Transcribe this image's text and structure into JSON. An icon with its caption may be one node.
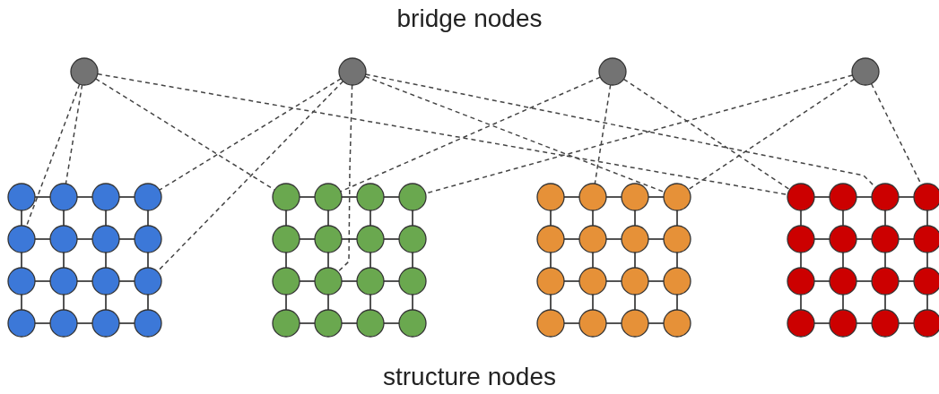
{
  "diagram": {
    "nodes": [
      {
        "text": [],
        "shape": "circle"
      },
      {
        "text": [],
        "shape": "circle"
      },
      {
        "text": [],
        "shape": "circle"
      },
      {
        "text": [],
        "shape": "circle"
      },
      {
        "text": [],
        "shape": "circle"
      },
      {
        "text": [],
        "shape": "circle"
      },
      {
        "text": [],
        "shape": "circle"
      },
      {
        "text": [],
        "shape": "circle"
      },
      {
        "text": [],
        "shape": "circle"
      },
      {
        "text": [],
        "shape": "circle"
      },
      {
        "text": [],
        "shape": "circle"
      },
      {
        "text": [],
        "shape": "circle"
      },
      {
        "text": [],
        "shape": "circle"
      },
      {
        "text": [],
        "shape": "circle"
      },
      {
        "text": [],
        "shape": "circle"
      },
      {
        "text": [],
        "shape": "circle"
      },
      {
        "text": [],
        "shape": "circle"
      },
      {
        "text": [],
        "shape": "circle"
      },
      {
        "text": [],
        "shape": "circle"
      },
      {
        "text": [],
        "shape": "circle"
      },
      {
        "text": [],
        "shape": "circle"
      },
      {
        "text": [],
        "shape": "circle"
      },
      {
        "text": [],
        "shape": "circle"
      },
      {
        "text": [],
        "shape": "circle"
      },
      {
        "text": [],
        "shape": "circle"
      },
      {
        "text": [],
        "shape": "circle"
      },
      {
        "text": [],
        "shape": "circle"
      },
      {
        "text": [],
        "shape": "circle"
      },
      {
        "text": [],
        "shape": "circle"
      },
      {
        "text": [],
        "shape": "circle"
      },
      {
        "text": [],
        "shape": "circle"
      },
      {
        "text": [],
        "shape": "circle"
      },
      {
        "text": [],
        "shape": "circle"
      },
      {
        "text": [],
        "shape": "circle"
      },
      {
        "text": [],
        "shape": "circle"
      },
      {
        "text": [],
        "shape": "circle"
      },
      {
        "text": [],
        "shape": "circle"
      },
      {
        "text": [],
        "shape": "circle"
      },
      {
        "text": [],
        "shape": "circle"
      },
      {
        "text": [],
        "shape": "circle"
      },
      {
        "text": [],
        "shape": "circle"
      },
      {
        "text": [],
        "shape": "circle"
      },
      {
        "text": [],
        "shape": "circle"
      },
      {
        "text": [],
        "shape": "circle"
      },
      {
        "text": [],
        "shape": "circle"
      },
      {
        "text": [],
        "shape": "circle"
      },
      {
        "text": [],
        "shape": "circle"
      },
      {
        "text": [],
        "shape": "circle"
      },
      {
        "text": [],
        "shape": "circle"
      },
      {
        "text": [],
        "shape": "circle"
      },
      {
        "text": [],
        "shape": "circle"
      },
      {
        "text": [],
        "shape": "circle"
      },
      {
        "text": [],
        "shape": "circle"
      },
      {
        "text": [],
        "shape": "circle"
      },
      {
        "text": [],
        "shape": "circle"
      },
      {
        "text": [],
        "shape": "circle"
      },
      {
        "text": [],
        "shape": "circle"
      },
      {
        "text": [],
        "shape": "circle"
      },
      {
        "text": [],
        "shape": "circle"
      },
      {
        "text": [],
        "shape": "circle"
      },
      {
        "text": [],
        "shape": "circle"
      },
      {
        "text": [],
        "shape": "circle"
      },
      {
        "text": [],
        "shape": "circle"
      },
      {
        "text": [],
        "shape": "circle"
      },
      {
        "text": [],
        "shape": "circle"
      },
      {
        "text": [],
        "shape": "circle"
      },
      {
        "text": [],
        "shape": "circle"
      },
      {
        "text": [],
        "shape": "circle"
      }
    ],
    "edges": [
      {
        "from": 0,
        "to": 8,
        "arrow": "none",
        "style": "dashed"
      },
      {
        "from": 0,
        "to": 5,
        "arrow": "none",
        "style": "dashed"
      },
      {
        "from": 0,
        "to": 20,
        "arrow": "none",
        "style": "dashed"
      },
      {
        "from": 0,
        "to": 52,
        "arrow": "none",
        "style": "dashed"
      },
      {
        "from": 1,
        "to": 7,
        "arrow": "none",
        "style": "dashed"
      },
      {
        "from": 1,
        "to": 15,
        "arrow": "none",
        "style": "dashed"
      },
      {
        "from": 1,
        "to": 29,
        "arrow": "none",
        "style": "dashed"
      },
      {
        "from": 1,
        "to": 39,
        "arrow": "none",
        "style": "dashed"
      },
      {
        "from": 1,
        "to": 54,
        "arrow": "none",
        "style": "dashed"
      },
      {
        "from": 2,
        "to": 21,
        "arrow": "none",
        "style": "dashed"
      },
      {
        "from": 2,
        "to": 37,
        "arrow": "none",
        "style": "dashed"
      },
      {
        "from": 2,
        "to": 52,
        "arrow": "none",
        "style": "dashed"
      },
      {
        "from": 3,
        "to": 23,
        "arrow": "none",
        "style": "dashed"
      },
      {
        "from": 3,
        "to": 39,
        "arrow": "none",
        "style": "dashed"
      },
      {
        "from": 3,
        "to": 55,
        "arrow": "none",
        "style": "dashed"
      },
      {
        "from": 4,
        "to": 5,
        "arrow": "none"
      },
      {
        "from": 5,
        "to": 6,
        "arrow": "none"
      },
      {
        "from": 6,
        "to": 7,
        "arrow": "none"
      },
      {
        "from": 4,
        "to": 8,
        "arrow": "none"
      },
      {
        "from": 5,
        "to": 9,
        "arrow": "none"
      },
      {
        "from": 6,
        "to": 10,
        "arrow": "none"
      },
      {
        "from": 7,
        "to": 11,
        "arrow": "none"
      },
      {
        "from": 8,
        "to": 9,
        "arrow": "none"
      },
      {
        "from": 9,
        "to": 10,
        "arrow": "none"
      },
      {
        "from": 10,
        "to": 11,
        "arrow": "none"
      },
      {
        "from": 8,
        "to": 12,
        "arrow": "none"
      },
      {
        "from": 9,
        "to": 13,
        "arrow": "none"
      },
      {
        "from": 10,
        "to": 14,
        "arrow": "none"
      },
      {
        "from": 11,
        "to": 15,
        "arrow": "none"
      },
      {
        "from": 12,
        "to": 13,
        "arrow": "none"
      },
      {
        "from": 13,
        "to": 14,
        "arrow": "none"
      },
      {
        "from": 14,
        "to": 15,
        "arrow": "none"
      },
      {
        "from": 12,
        "to": 16,
        "arrow": "none"
      },
      {
        "from": 13,
        "to": 17,
        "arrow": "none"
      },
      {
        "from": 14,
        "to": 18,
        "arrow": "none"
      },
      {
        "from": 15,
        "to": 19,
        "arrow": "none"
      },
      {
        "from": 16,
        "to": 17,
        "arrow": "none"
      },
      {
        "from": 17,
        "to": 18,
        "arrow": "none"
      },
      {
        "from": 18,
        "to": 19,
        "arrow": "none"
      },
      {
        "from": 20,
        "to": 21,
        "arrow": "none"
      },
      {
        "from": 21,
        "to": 22,
        "arrow": "none"
      },
      {
        "from": 22,
        "to": 23,
        "arrow": "none"
      },
      {
        "from": 20,
        "to": 24,
        "arrow": "none"
      },
      {
        "from": 21,
        "to": 25,
        "arrow": "none"
      },
      {
        "from": 22,
        "to": 26,
        "arrow": "none"
      },
      {
        "from": 23,
        "to": 27,
        "arrow": "none"
      },
      {
        "from": 24,
        "to": 25,
        "arrow": "none"
      },
      {
        "from": 25,
        "to": 26,
        "arrow": "none"
      },
      {
        "from": 26,
        "to": 27,
        "arrow": "none"
      },
      {
        "from": 24,
        "to": 28,
        "arrow": "none"
      },
      {
        "from": 25,
        "to": 29,
        "arrow": "none"
      },
      {
        "from": 26,
        "to": 30,
        "arrow": "none"
      },
      {
        "from": 27,
        "to": 31,
        "arrow": "none"
      },
      {
        "from": 28,
        "to": 29,
        "arrow": "none"
      },
      {
        "from": 29,
        "to": 30,
        "arrow": "none"
      },
      {
        "from": 30,
        "to": 31,
        "arrow": "none"
      },
      {
        "from": 28,
        "to": 32,
        "arrow": "none"
      },
      {
        "from": 29,
        "to": 33,
        "arrow": "none"
      },
      {
        "from": 30,
        "to": 34,
        "arrow": "none"
      },
      {
        "from": 31,
        "to": 35,
        "arrow": "none"
      },
      {
        "from": 32,
        "to": 33,
        "arrow": "none"
      },
      {
        "from": 33,
        "to": 34,
        "arrow": "none"
      },
      {
        "from": 34,
        "to": 35,
        "arrow": "none"
      },
      {
        "from": 36,
        "to": 37,
        "arrow": "none"
      },
      {
        "from": 37,
        "to": 38,
        "arrow": "none"
      },
      {
        "from": 38,
        "to": 39,
        "arrow": "none"
      },
      {
        "from": 36,
        "to": 40,
        "arrow": "none"
      },
      {
        "from": 37,
        "to": 41,
        "arrow": "none"
      },
      {
        "from": 38,
        "to": 42,
        "arrow": "none"
      },
      {
        "from": 39,
        "to": 43,
        "arrow": "none"
      },
      {
        "from": 40,
        "to": 41,
        "arrow": "none"
      },
      {
        "from": 41,
        "to": 42,
        "arrow": "none"
      },
      {
        "from": 42,
        "to": 43,
        "arrow": "none"
      },
      {
        "from": 40,
        "to": 44,
        "arrow": "none"
      },
      {
        "from": 41,
        "to": 45,
        "arrow": "none"
      },
      {
        "from": 42,
        "to": 46,
        "arrow": "none"
      },
      {
        "from": 43,
        "to": 47,
        "arrow": "none"
      },
      {
        "from": 44,
        "to": 45,
        "arrow": "none"
      },
      {
        "from": 45,
        "to": 46,
        "arrow": "none"
      },
      {
        "from": 46,
        "to": 47,
        "arrow": "none"
      },
      {
        "from": 44,
        "to": 48,
        "arrow": "none"
      },
      {
        "from": 45,
        "to": 49,
        "arrow": "none"
      },
      {
        "from": 46,
        "to": 50,
        "arrow": "none"
      },
      {
        "from": 47,
        "to": 51,
        "arrow": "none"
      },
      {
        "from": 48,
        "to": 49,
        "arrow": "none"
      },
      {
        "from": 49,
        "to": 50,
        "arrow": "none"
      },
      {
        "from": 50,
        "to": 51,
        "arrow": "none"
      },
      {
        "from": 52,
        "to": 53,
        "arrow": "none"
      },
      {
        "from": 53,
        "to": 54,
        "arrow": "none"
      },
      {
        "from": 54,
        "to": 55,
        "arrow": "none"
      },
      {
        "from": 52,
        "to": 56,
        "arrow": "none"
      },
      {
        "from": 53,
        "to": 57,
        "arrow": "none"
      },
      {
        "from": 54,
        "to": 58,
        "arrow": "none"
      },
      {
        "from": 55,
        "to": 59,
        "arrow": "none"
      },
      {
        "from": 56,
        "to": 57,
        "arrow": "none"
      },
      {
        "from": 57,
        "to": 58,
        "arrow": "none"
      },
      {
        "from": 58,
        "to": 59,
        "arrow": "none"
      },
      {
        "from": 56,
        "to": 60,
        "arrow": "none"
      },
      {
        "from": 57,
        "to": 61,
        "arrow": "none"
      },
      {
        "from": 58,
        "to": 62,
        "arrow": "none"
      },
      {
        "from": 59,
        "to": 63,
        "arrow": "none"
      },
      {
        "from": 60,
        "to": 61,
        "arrow": "none"
      },
      {
        "from": 61,
        "to": 62,
        "arrow": "none"
      },
      {
        "from": 62,
        "to": 63,
        "arrow": "none"
      },
      {
        "from": 60,
        "to": 64,
        "arrow": "none"
      },
      {
        "from": 61,
        "to": 65,
        "arrow": "none"
      },
      {
        "from": 62,
        "to": 66,
        "arrow": "none"
      },
      {
        "from": 63,
        "to": 67,
        "arrow": "none"
      },
      {
        "from": 64,
        "to": 65,
        "arrow": "none"
      },
      {
        "from": 65,
        "to": 66,
        "arrow": "none"
      },
      {
        "from": 66,
        "to": 67,
        "arrow": "none"
      }
    ],
    "labels": [
      "bridge nodes",
      "structure nodes"
    ]
  }
}
